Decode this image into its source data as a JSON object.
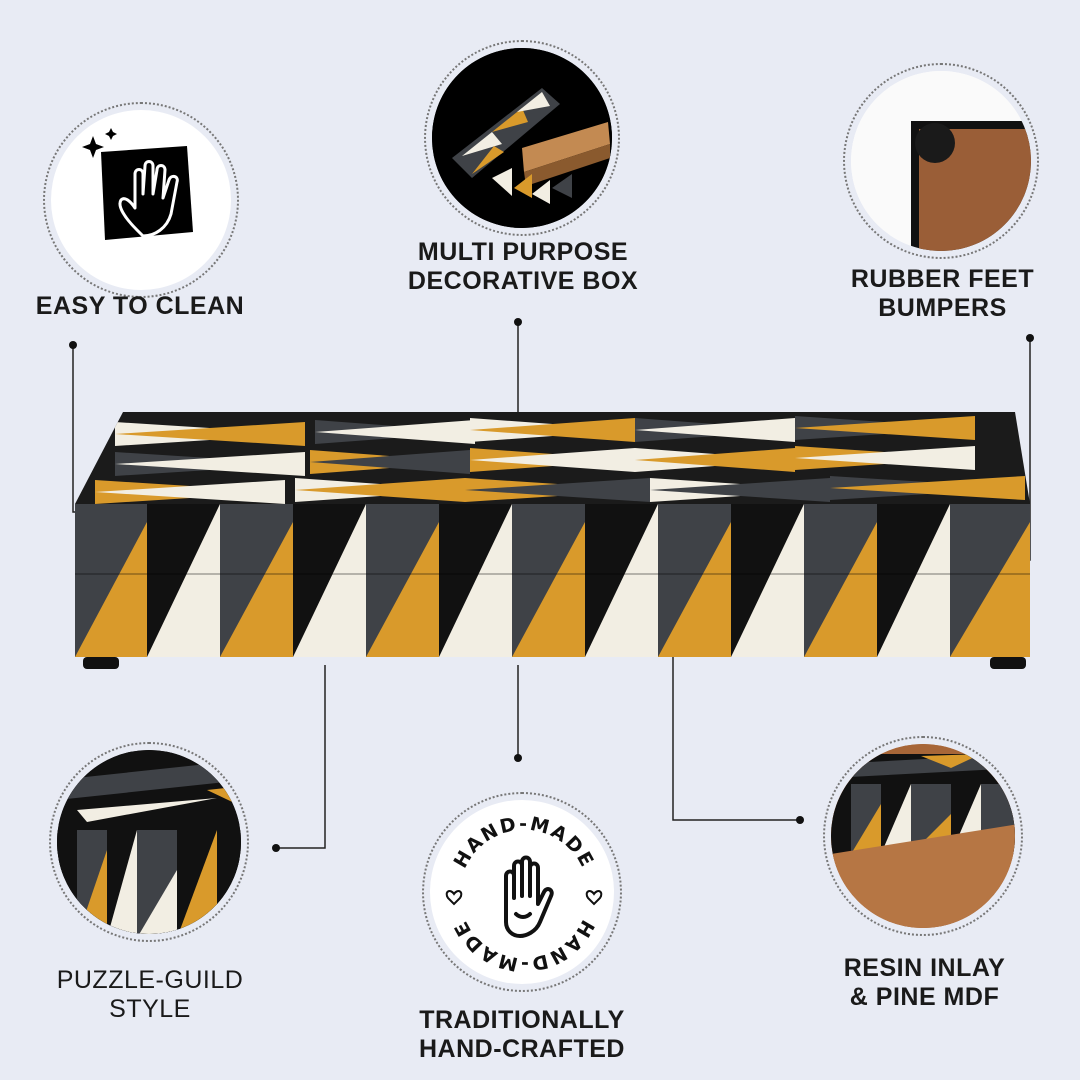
{
  "features": {
    "easy_clean": {
      "line1": "EASY TO CLEAN"
    },
    "multi_purpose": {
      "line1": "MULTI PURPOSE",
      "line2": "DECORATIVE BOX"
    },
    "rubber_feet": {
      "line1": "RUBBER FEET",
      "line2": "BUMPERS"
    },
    "puzzle_guild": {
      "line1": "PUZZLE-GUILD",
      "line2": "STYLE"
    },
    "hand_crafted": {
      "line1": "TRADITIONALLY",
      "line2": "HAND-CRAFTED"
    },
    "resin_inlay": {
      "line1": "RESIN INLAY",
      "line2": "& PINE MDF"
    }
  },
  "badge": {
    "top_text": "HAND-MADE",
    "bottom_text": "HAND-MADE"
  },
  "icons": {
    "clean": "cleaning-cloth-hand-icon",
    "handmade": "raised-hand-icon",
    "heart": "heart-icon"
  },
  "colors": {
    "background": "#e8ebf4",
    "mustard": "#d99a2b",
    "charcoal": "#3f4247",
    "black": "#111111",
    "ivory": "#f3f0e6",
    "wood": "#b6703f"
  }
}
